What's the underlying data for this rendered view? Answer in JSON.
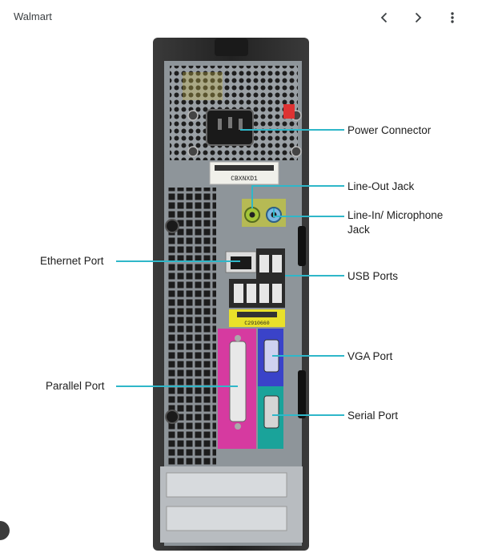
{
  "header": {
    "source_name": "Walmart"
  },
  "icons": {
    "prev": "chevron-left-icon",
    "next": "chevron-right-icon",
    "more": "more-vert-icon"
  },
  "colors": {
    "leader_line": "#2fb7c9",
    "parallel_port_magenta": "#d63aa0",
    "vga_port_blue": "#3a43c9",
    "serial_port_teal": "#1aa39a",
    "line_out_green": "#a4c639",
    "line_in_blue": "#7ab7e3",
    "case_dark": "#2b2b2b"
  },
  "labels": {
    "power_connector": "Power Connector",
    "line_out_jack": "Line-Out Jack",
    "line_in_jack": "Line-In/ Microphone Jack",
    "ethernet_port": "Ethernet Port",
    "usb_ports": "USB Ports",
    "vga_port": "VGA Port",
    "parallel_port": "Parallel Port",
    "serial_port": "Serial Port"
  },
  "stickers": {
    "serial_tag": "CBXNXD1",
    "yellow_tag": "C2910660"
  }
}
